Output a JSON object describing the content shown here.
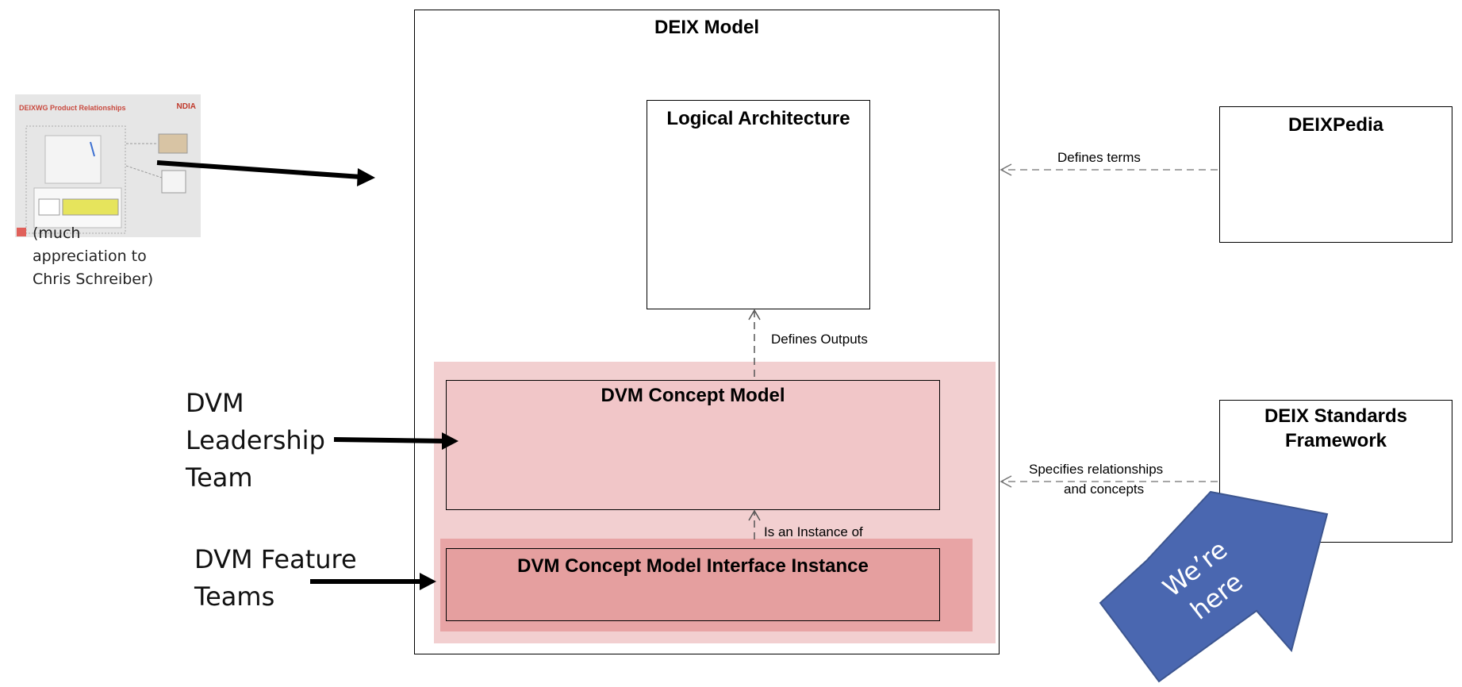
{
  "deix_model": {
    "title": "DEIX Model"
  },
  "logical_architecture": {
    "title": "Logical Architecture"
  },
  "dvm_concept_model": {
    "title": "DVM Concept Model"
  },
  "dvm_interface_instance": {
    "title": "DVM Concept Model Interface Instance"
  },
  "deixpedia": {
    "title": "DEIXPedia"
  },
  "deix_standards": {
    "title_line1": "DEIX Standards",
    "title_line2": "Framework"
  },
  "connectors": {
    "defines_outputs": "Defines Outputs",
    "is_an_instance_of": "Is an Instance of",
    "defines_terms": "Defines terms",
    "specifies_line1": "Specifies relationships",
    "specifies_line2": "and concepts"
  },
  "side_labels": {
    "leadership_line1": "DVM",
    "leadership_line2": "Leadership",
    "leadership_line3": "Team",
    "feature_line1": "DVM Feature",
    "feature_line2": "Teams"
  },
  "thumbnail": {
    "title": "DEIXWG Product Relationships",
    "logo": "NDIA",
    "credit": "(much appreciation to Chris Schreiber)"
  },
  "callout": {
    "line1": "We’re",
    "line2": "here"
  },
  "colors": {
    "pink_region": "#f2cfd0",
    "dvm_concept_fill": "#f1c6c8",
    "interface_band": "#e8a4a5",
    "interface_fill": "#e59f9f",
    "callout_fill": "#4a67b0"
  }
}
